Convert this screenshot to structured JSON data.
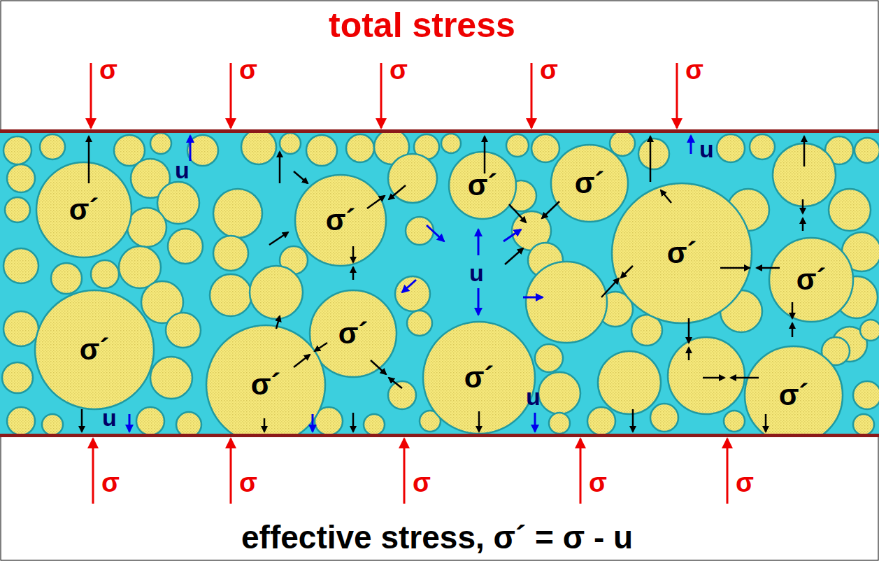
{
  "diagram": {
    "title": "total stress",
    "caption": "effective stress, σ´ = σ - u",
    "nodes": [
      {
        "text": [
          "σ´"
        ]
      },
      {
        "text": [
          "σ´"
        ]
      },
      {
        "text": [
          "σ´"
        ]
      },
      {
        "text": [
          "σ´"
        ]
      },
      {
        "text": [
          "σ´"
        ]
      },
      {
        "text": [
          "σ´"
        ]
      },
      {
        "text": [
          "σ´"
        ]
      },
      {
        "text": [
          "σ´"
        ]
      },
      {
        "text": [
          "σ´"
        ]
      },
      {
        "text": [
          "σ´"
        ]
      },
      {
        "text": [
          "σ´"
        ]
      }
    ],
    "labels": [
      "σ",
      "σ",
      "σ",
      "σ",
      "σ",
      "u",
      "u",
      "u",
      "u",
      "u",
      "σ",
      "σ",
      "σ",
      "σ",
      "σ"
    ]
  }
}
